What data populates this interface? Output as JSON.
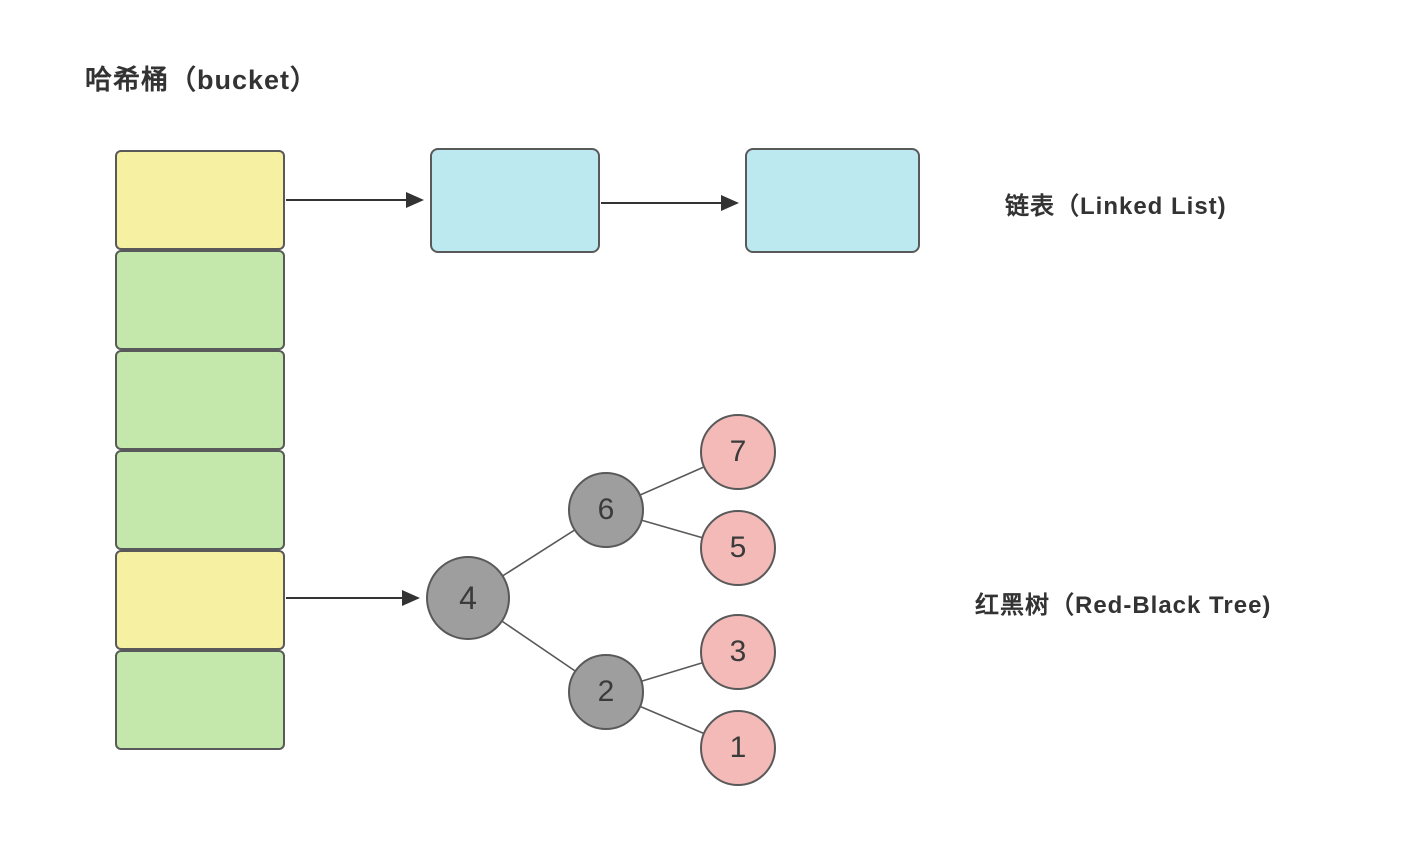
{
  "title": "哈希桶（bucket）",
  "labels": {
    "linked_list": "链表（Linked  List)",
    "red_black_tree": "红黑树（Red-Black Tree)"
  },
  "bucket": {
    "cell_count": 6,
    "cells": [
      {
        "index": 0,
        "color": "yellow",
        "points_to": "linked-list"
      },
      {
        "index": 1,
        "color": "green"
      },
      {
        "index": 2,
        "color": "green"
      },
      {
        "index": 3,
        "color": "green"
      },
      {
        "index": 4,
        "color": "yellow",
        "points_to": "red-black-tree"
      },
      {
        "index": 5,
        "color": "green"
      }
    ]
  },
  "linked_list": {
    "node_count": 2
  },
  "tree": {
    "nodes": [
      {
        "value": "4",
        "color": "gray",
        "role": "root"
      },
      {
        "value": "6",
        "color": "gray"
      },
      {
        "value": "2",
        "color": "gray"
      },
      {
        "value": "7",
        "color": "pink"
      },
      {
        "value": "5",
        "color": "pink"
      },
      {
        "value": "3",
        "color": "pink"
      },
      {
        "value": "1",
        "color": "pink"
      }
    ],
    "edges": [
      [
        "4",
        "6"
      ],
      [
        "4",
        "2"
      ],
      [
        "6",
        "7"
      ],
      [
        "6",
        "5"
      ],
      [
        "2",
        "3"
      ],
      [
        "2",
        "1"
      ]
    ]
  },
  "colors": {
    "cell-yellow": "#f6f0a2",
    "cell-green": "#c4e8ac",
    "list-cyan": "#bce9ef",
    "node-gray": "#9e9e9e",
    "node-pink": "#f3bab8",
    "stroke": "#595959",
    "arrow": "#333333",
    "text": "#333333"
  }
}
